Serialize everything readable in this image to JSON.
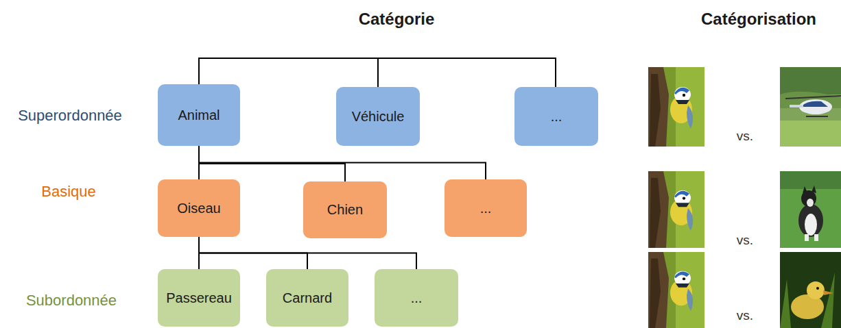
{
  "diagram": {
    "nodes": [
      {
        "text": [
          "Animal"
        ]
      },
      {
        "text": [
          "Véhicule"
        ]
      },
      {
        "text": [
          "..."
        ]
      },
      {
        "text": [
          "Oiseau"
        ]
      },
      {
        "text": [
          "Chien"
        ]
      },
      {
        "text": [
          "..."
        ]
      },
      {
        "text": [
          "Passereau"
        ]
      },
      {
        "text": [
          "Carnard"
        ]
      },
      {
        "text": [
          "..."
        ]
      }
    ],
    "edges": [
      {
        "from": 0,
        "to": 3,
        "arrow": "none"
      },
      {
        "from": 0,
        "to": 4,
        "arrow": "none"
      },
      {
        "from": 0,
        "to": 5,
        "arrow": "none"
      },
      {
        "from": 3,
        "to": 6,
        "arrow": "none"
      },
      {
        "from": 3,
        "to": 7,
        "arrow": "none"
      },
      {
        "from": 3,
        "to": 8,
        "arrow": "none"
      }
    ],
    "labels": [
      "Catégorie",
      "Catégorisation",
      "Superordonnée",
      "Basique",
      "Subordonnée",
      "vs.",
      "vs.",
      "vs."
    ]
  }
}
